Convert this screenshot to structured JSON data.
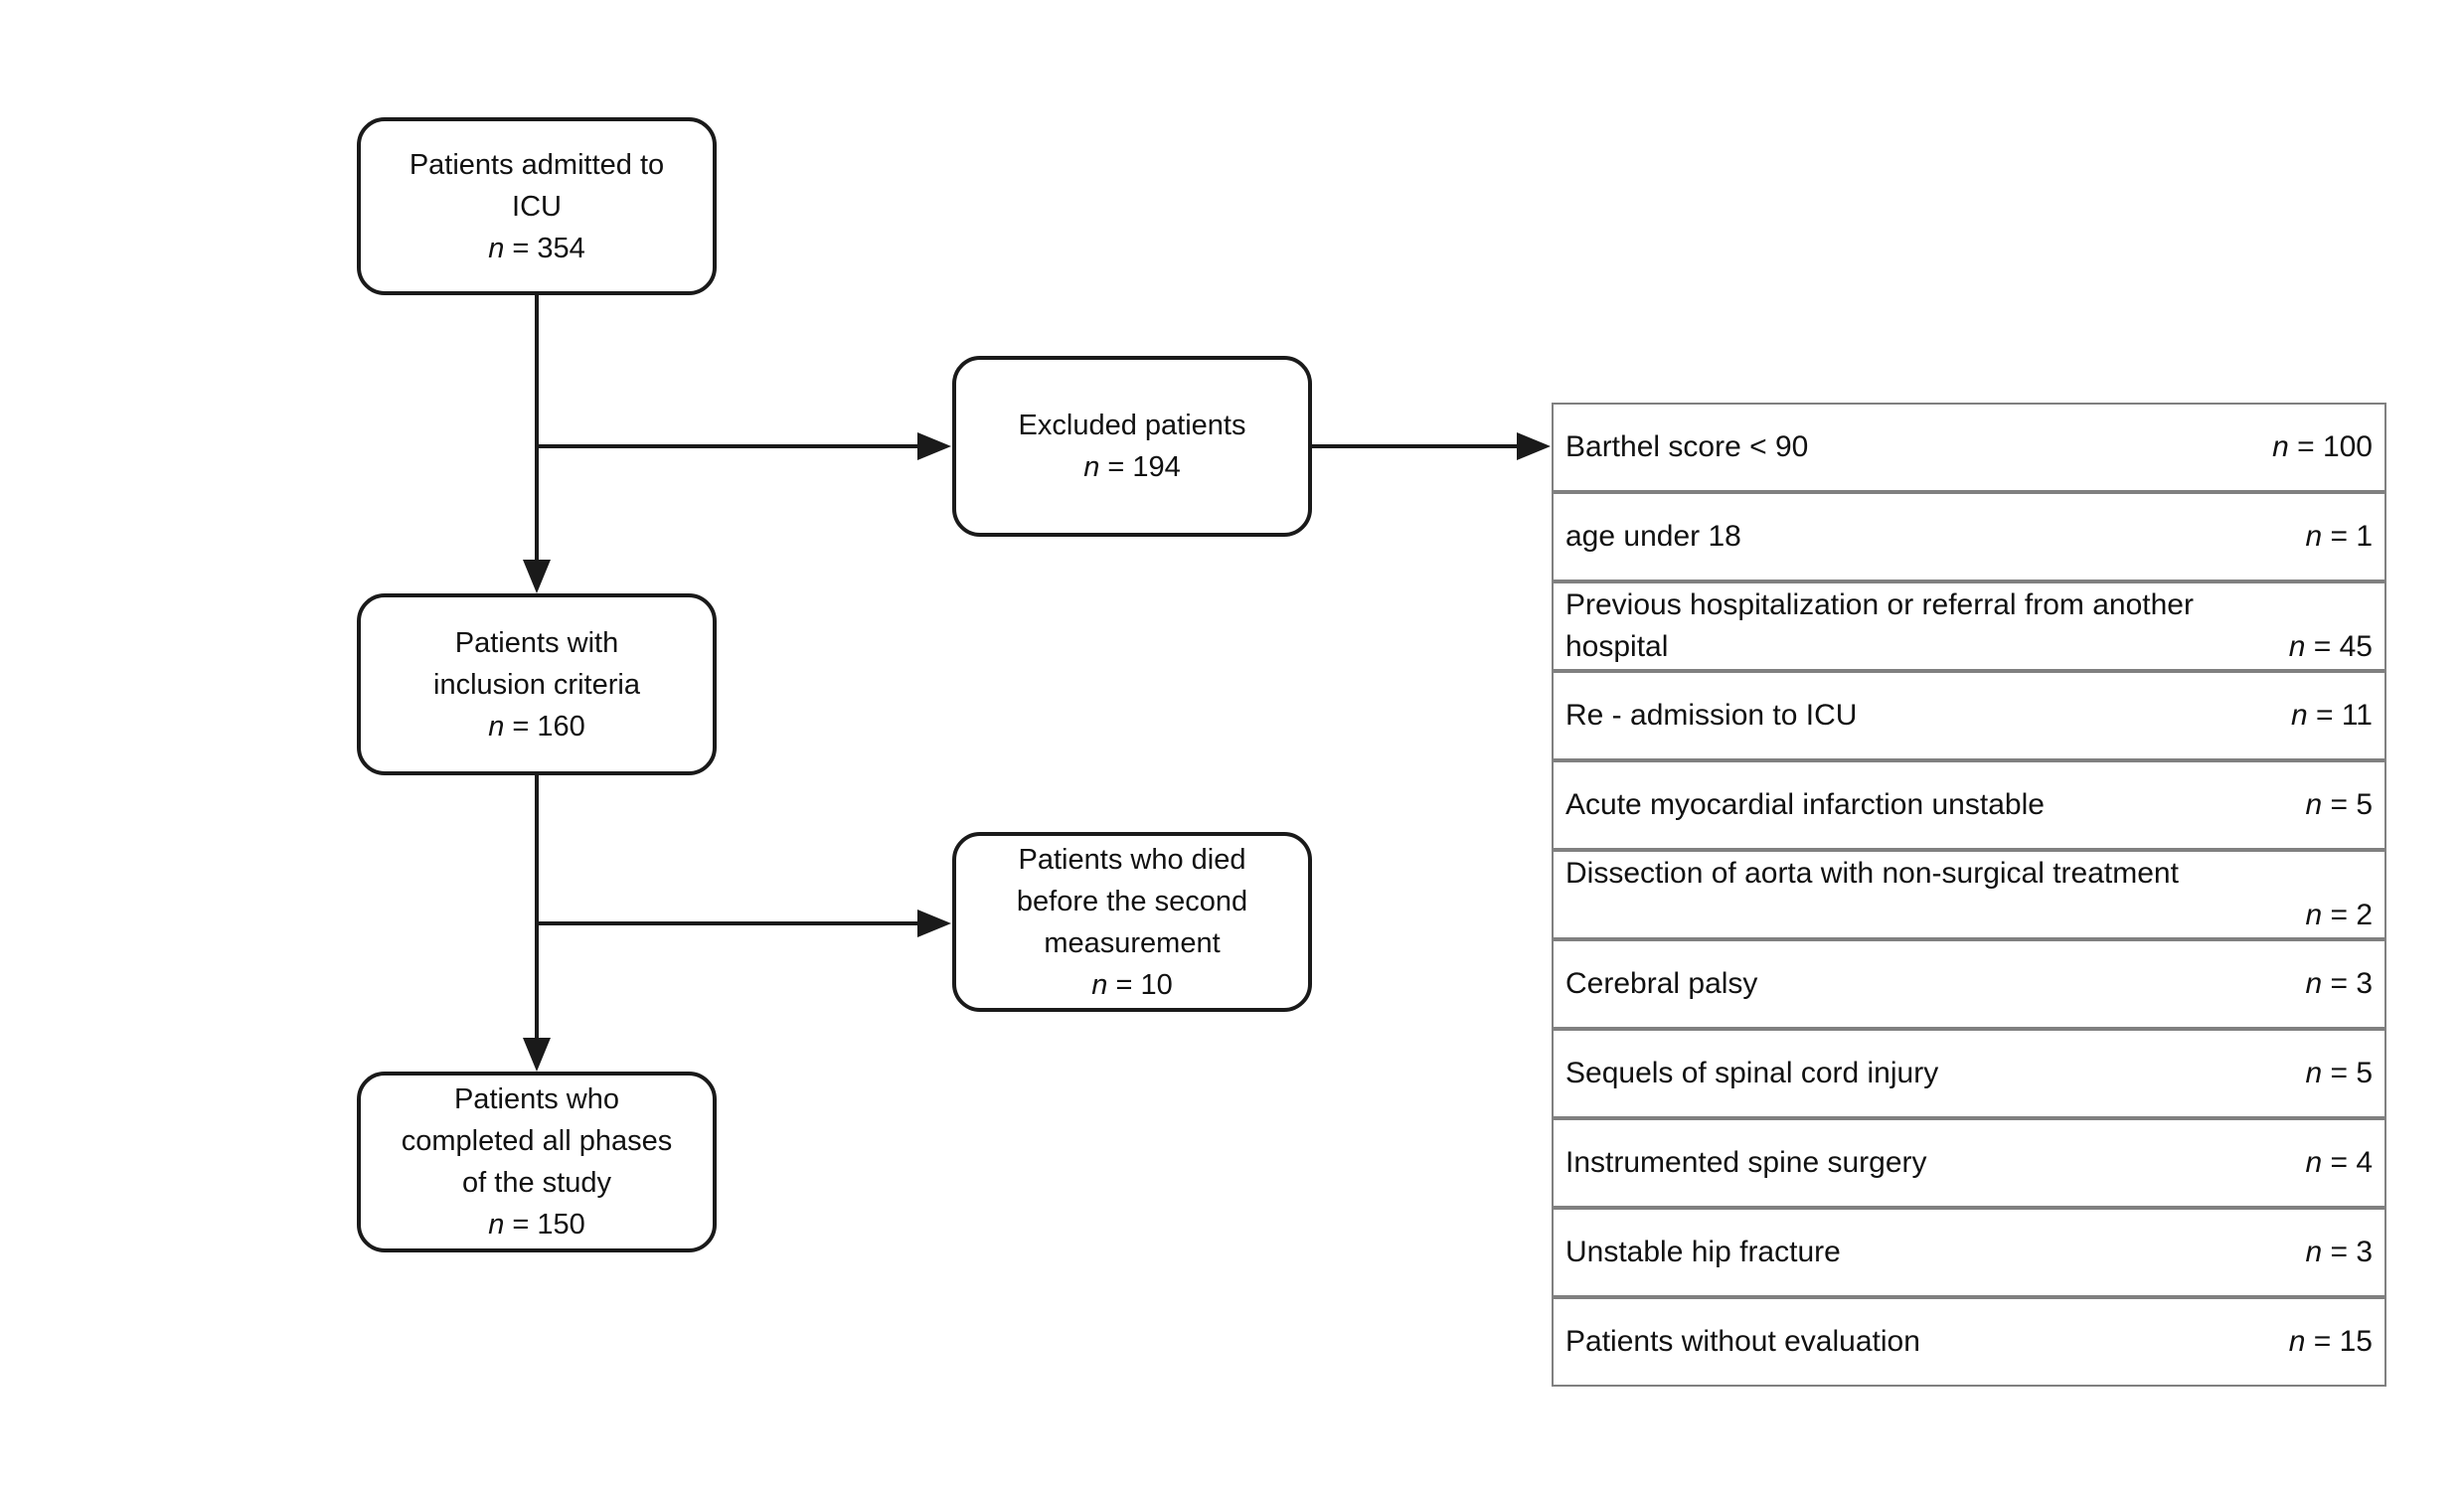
{
  "canvas": {
    "background": "#ffffff",
    "line_color": "#1a1a1a",
    "box_border_color": "#1a1a1a",
    "table_border_color": "#808080"
  },
  "boxes": {
    "admitted": {
      "lines": [
        "Patients admitted to",
        "ICU"
      ],
      "n_sym": "n",
      "n_rest": " = 354"
    },
    "excluded": {
      "lines": [
        "Excluded patients"
      ],
      "n_sym": "n",
      "n_rest": " = 194"
    },
    "inclusion": {
      "lines": [
        "Patients with",
        "inclusion criteria"
      ],
      "n_sym": "n",
      "n_rest": " = 160"
    },
    "died": {
      "lines": [
        "Patients who died",
        "before the second",
        "measurement"
      ],
      "n_sym": "n",
      "n_rest": " = 10"
    },
    "completed": {
      "lines": [
        "Patients who",
        "completed all phases",
        "of the study"
      ],
      "n_sym": "n",
      "n_rest": " = 150"
    }
  },
  "exclusion_table": {
    "rows": [
      {
        "label": "Barthel score < 90",
        "n_sym": "n",
        "n_rest": " = 100"
      },
      {
        "label": "age under 18",
        "n_sym": "n",
        "n_rest": " = 1"
      },
      {
        "line1": "Previous hospitalization or referral from another",
        "line2": "hospital",
        "n_sym": "n",
        "n_rest": " = 45"
      },
      {
        "label": "Re - admission to ICU",
        "n_sym": "n",
        "n_rest": " = 11"
      },
      {
        "label": "Acute myocardial infarction unstable",
        "n_sym": "n",
        "n_rest": " = 5"
      },
      {
        "line1": "Dissection of aorta with non-surgical treatment",
        "line2": "",
        "n_sym": "n",
        "n_rest": " = 2"
      },
      {
        "label": "Cerebral palsy",
        "n_sym": "n",
        "n_rest": " = 3"
      },
      {
        "label": "Sequels of spinal cord injury",
        "n_sym": "n",
        "n_rest": " = 5"
      },
      {
        "label": "Instrumented spine surgery",
        "n_sym": "n",
        "n_rest": " = 4"
      },
      {
        "label": "Unstable hip fracture",
        "n_sym": "n",
        "n_rest": " = 3"
      },
      {
        "label": "Patients without evaluation",
        "n_sym": "n",
        "n_rest": " = 15"
      }
    ]
  }
}
